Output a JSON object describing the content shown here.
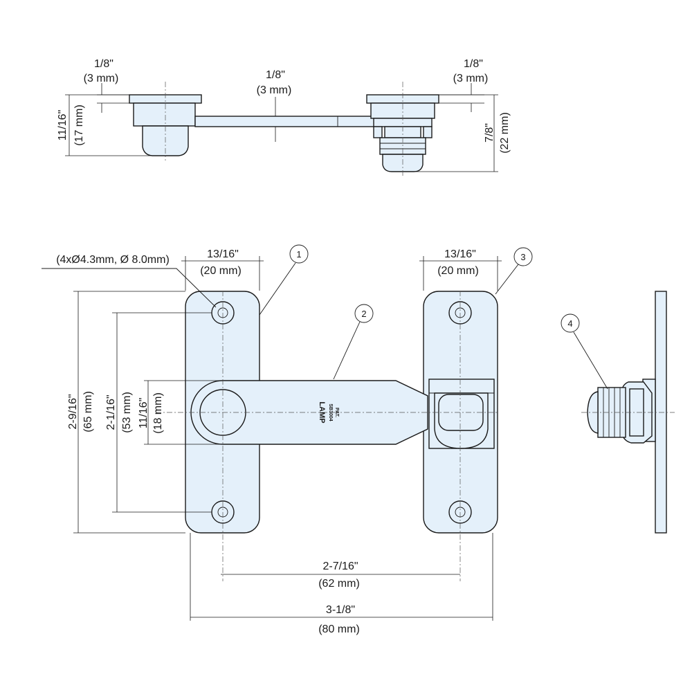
{
  "drawing": {
    "top_view": {
      "left_thickness": {
        "in": "1/8\"",
        "mm": "(3 mm)"
      },
      "middle_thickness": {
        "in": "1/8\"",
        "mm": "(3 mm)"
      },
      "right_thickness": {
        "in": "1/8\"",
        "mm": "(3 mm)"
      },
      "left_height": {
        "in": "11/16\"",
        "mm": "(17 mm)"
      },
      "right_height": {
        "in": "7/8\"",
        "mm": "(22 mm)"
      }
    },
    "front_view": {
      "hole_note": "(4xØ4.3mm, Ø 8.0mm)",
      "left_plate_width": {
        "in": "13/16\"",
        "mm": "(20 mm)"
      },
      "right_plate_width": {
        "in": "13/16\"",
        "mm": "(20 mm)"
      },
      "overall_height": {
        "in": "2-9/16\"",
        "mm": "(65 mm)"
      },
      "hole_spacing_vertical": {
        "in": "2-1/16\"",
        "mm": "(53 mm)"
      },
      "bar_width": {
        "in": "11/16\"",
        "mm": "(18 mm)"
      },
      "hole_spacing_horizontal": {
        "in": "2-7/16\"",
        "mm": "(62 mm)"
      },
      "overall_width": {
        "in": "3-1/8\"",
        "mm": "(80 mm)"
      },
      "stamp": {
        "brand": "LAMP",
        "model": "SB3004",
        "pat": "PAT."
      }
    },
    "callouts": [
      "1",
      "2",
      "3",
      "4"
    ]
  }
}
